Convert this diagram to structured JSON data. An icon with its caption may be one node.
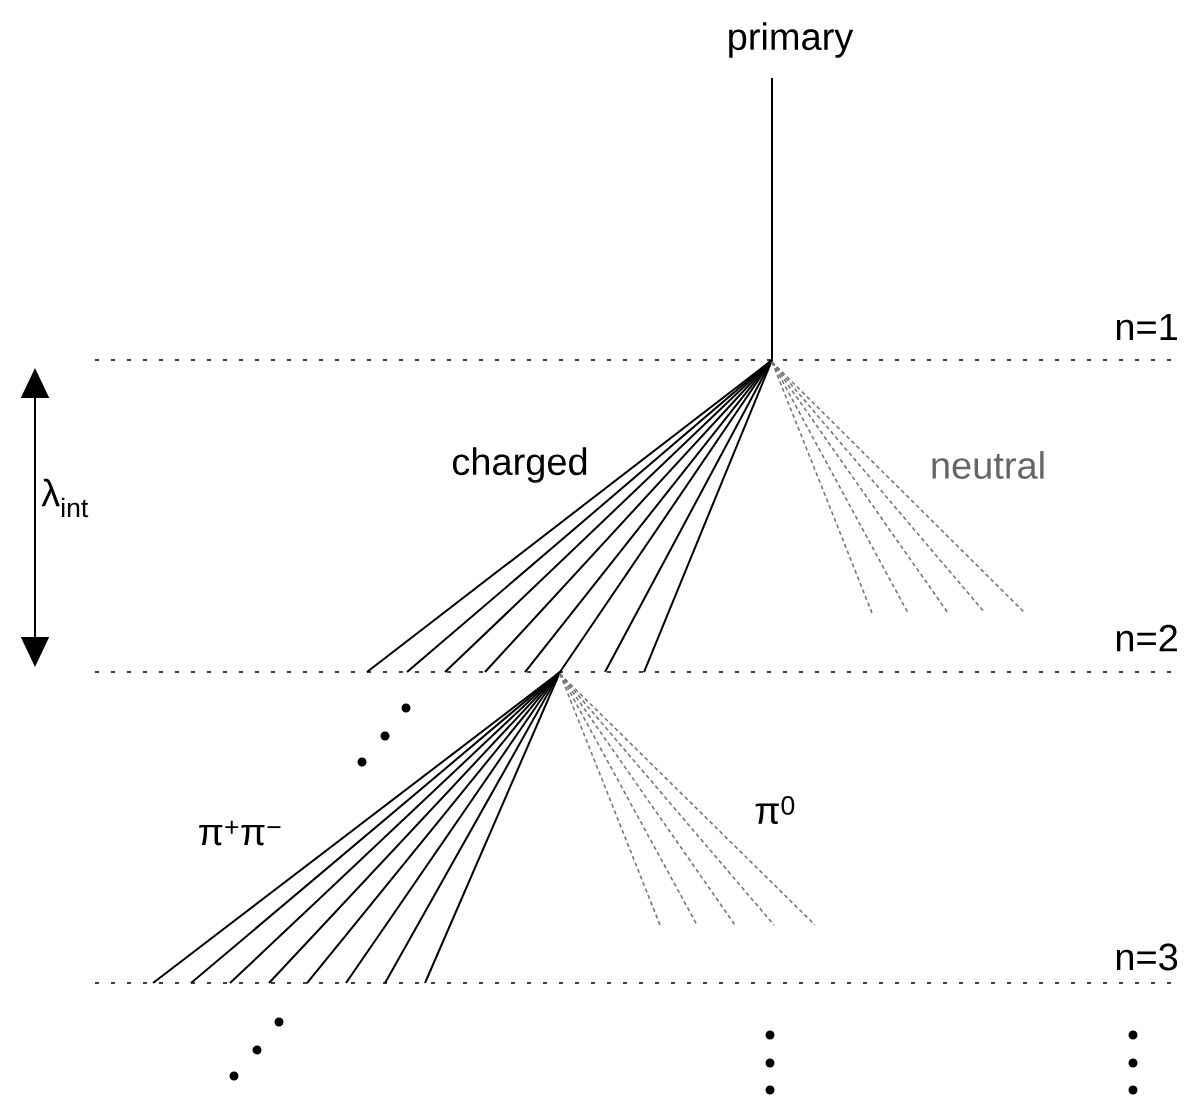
{
  "diagram": {
    "labels": [
      "primary",
      "n=1",
      "charged",
      "neutral",
      "λ$_{int}$",
      "n=2",
      "π$^{+}$π$^{−}$",
      "π$^{0}$",
      "n=3"
    ]
  }
}
